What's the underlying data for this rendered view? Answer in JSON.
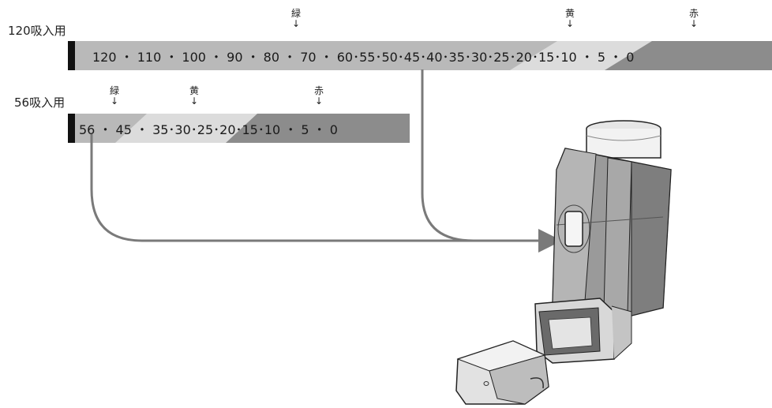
{
  "counter120": {
    "label": "120吸入用",
    "sequence": "120 ・ 110 ・ 100 ・ 90 ・ 80 ・ 70 ・ 60･55･50･45･40･35･30･25･20･15･10 ・ 5 ・ 0",
    "marks": [
      {
        "name": "green",
        "text": "緑"
      },
      {
        "name": "yellow",
        "text": "黄"
      },
      {
        "name": "red",
        "text": "赤"
      }
    ]
  },
  "counter56": {
    "label": "56吸入用",
    "sequence": "56 ・ 45 ・ 35･30･25･20･15･10 ・ 5 ・ 0",
    "marks": [
      {
        "name": "green",
        "text": "緑"
      },
      {
        "name": "yellow",
        "text": "黄"
      },
      {
        "name": "red",
        "text": "赤"
      }
    ]
  },
  "colors": {
    "green_zone": "#b9b9b9",
    "yellow_zone": "#dcdcdc",
    "red_zone": "#8c8c8c",
    "arrow": "#7a7a7a",
    "tab": "#111111"
  },
  "mark_arrow": "↓"
}
